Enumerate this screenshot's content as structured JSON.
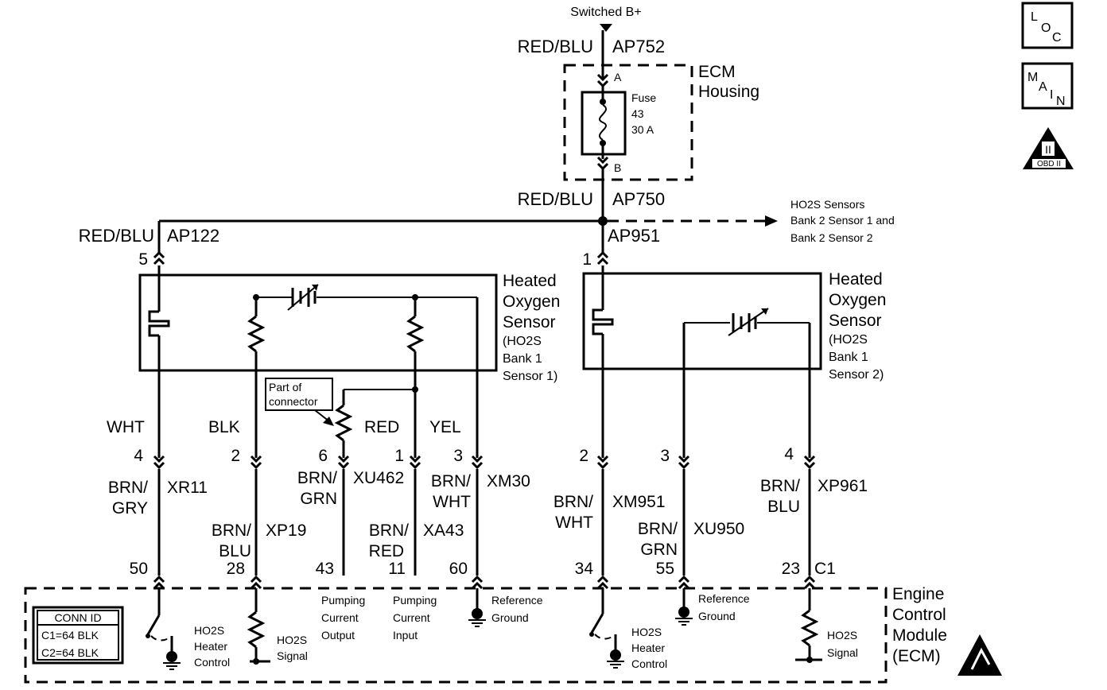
{
  "supply": {
    "source": "Switched B+",
    "top_wire_color": "RED/BLU",
    "top_circuit": "AP752",
    "pin_a": "A",
    "pin_b": "B",
    "fuse_name": "Fuse",
    "fuse_number": "43",
    "fuse_rating": "30 A",
    "ecm_housing_1": "ECM",
    "ecm_housing_2": "Housing",
    "mid_wire_color": "RED/BLU",
    "mid_circuit": "AP750",
    "left_wire_color": "RED/BLU",
    "left_circuit": "AP122",
    "right_circuit": "AP951",
    "bank2_1": "HO2S Sensors",
    "bank2_2": "Bank 2 Sensor 1 and",
    "bank2_3": "Bank 2 Sensor 2"
  },
  "badges": {
    "loc": [
      "L",
      "O",
      "C"
    ],
    "main": [
      "M",
      "A",
      "I",
      "N"
    ],
    "obd": "OBD II",
    "obd_roman": "II"
  },
  "sensor1": {
    "title": [
      "Heated",
      "Oxygen",
      "Sensor"
    ],
    "sub": [
      "(HO2S",
      "Bank 1",
      "Sensor 1)"
    ],
    "top_pin": "5",
    "part_of_connector": [
      "Part of",
      "connector"
    ],
    "wire_colors": {
      "wht": "WHT",
      "blk": "BLK",
      "red": "RED",
      "yel": "YEL"
    },
    "pins": [
      {
        "pin": "4",
        "color": [
          "BRN/",
          "GRY"
        ],
        "circuit": "XR11",
        "ecm_pin": "50"
      },
      {
        "pin": "2",
        "color": [
          "BRN/",
          "BLU"
        ],
        "circuit": "XP19",
        "ecm_pin": "28"
      },
      {
        "pin": "6",
        "color": [
          "BRN/",
          "GRN"
        ],
        "circuit": "XU462",
        "ecm_pin": "43"
      },
      {
        "pin": "1",
        "color": [
          "BRN/",
          "RED"
        ],
        "circuit": "XA43",
        "ecm_pin": "11"
      },
      {
        "pin": "3",
        "color": [
          "BRN/",
          "WHT"
        ],
        "circuit": "XM30",
        "ecm_pin": "60"
      }
    ]
  },
  "sensor2": {
    "title": [
      "Heated",
      "Oxygen",
      "Sensor"
    ],
    "sub": [
      "(HO2S",
      "Bank 1",
      "Sensor 2)"
    ],
    "top_pin": "1",
    "pins": [
      {
        "pin": "2",
        "color": [
          "BRN/",
          "WHT"
        ],
        "circuit": "XM951",
        "ecm_pin": "34"
      },
      {
        "pin": "3",
        "color": [
          "BRN/",
          "GRN"
        ],
        "circuit": "XU950",
        "ecm_pin": "55"
      },
      {
        "pin": "4",
        "color": [
          "BRN/",
          "BLU"
        ],
        "circuit": "XP961",
        "ecm_pin": "23"
      }
    ],
    "connector": "C1"
  },
  "ecm": {
    "title": [
      "Engine",
      "Control",
      "Module",
      "(ECM)"
    ],
    "conn_id_title": "CONN ID",
    "conn_c1": "C1=64 BLK",
    "conn_c2": "C2=64 BLK",
    "heater1": [
      "HO2S",
      "Heater",
      "Control"
    ],
    "signal1": [
      "HO2S",
      "Signal"
    ],
    "pump_out": [
      "Pumping",
      "Current",
      "Output"
    ],
    "pump_in": [
      "Pumping",
      "Current",
      "Input"
    ],
    "ref_ground1": [
      "Reference",
      "Ground"
    ],
    "heater2": [
      "HO2S",
      "Heater",
      "Control"
    ],
    "ref_ground2": [
      "Reference",
      "Ground"
    ],
    "signal2": [
      "HO2S",
      "Signal"
    ]
  }
}
